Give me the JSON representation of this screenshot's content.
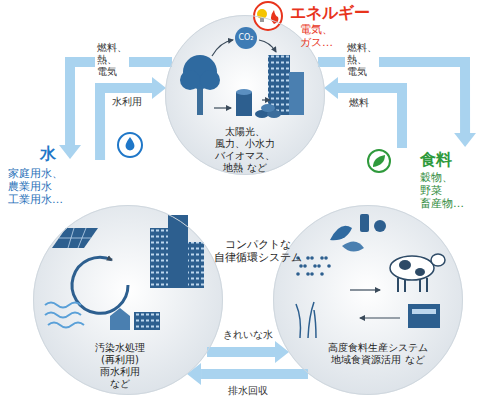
{
  "diagram": {
    "nodes": [
      {
        "text": [
          "エネルギー",
          "電気、ガス…",
          "太陽光、風力、小水力 バイオマス、地熱 など"
        ]
      },
      {
        "text": [
          "水",
          "家庭用水、農業用水 工業用水…",
          "汚染水処理(再利用) 雨水利用 など"
        ]
      },
      {
        "text": [
          "食料",
          "穀物、野菜 畜産物…",
          "高度食料生産システム 地域食資源活用 など"
        ]
      }
    ],
    "edges": [
      {
        "from": 0,
        "to": 1,
        "label": "燃料、熱、電気",
        "arrow": "to"
      },
      {
        "from": 1,
        "to": 0,
        "label": "水利用",
        "arrow": "to"
      },
      {
        "from": 0,
        "to": 2,
        "label": "燃料、熱、電気",
        "arrow": "to"
      },
      {
        "from": 2,
        "to": 0,
        "label": "燃料",
        "arrow": "to"
      },
      {
        "from": 1,
        "to": 2,
        "label": "きれいな水",
        "arrow": "to"
      },
      {
        "from": 2,
        "to": 1,
        "label": "排水回収",
        "arrow": "to"
      }
    ],
    "labels": [
      "コンパクトな 自律循環システム",
      "CO₂"
    ]
  }
}
